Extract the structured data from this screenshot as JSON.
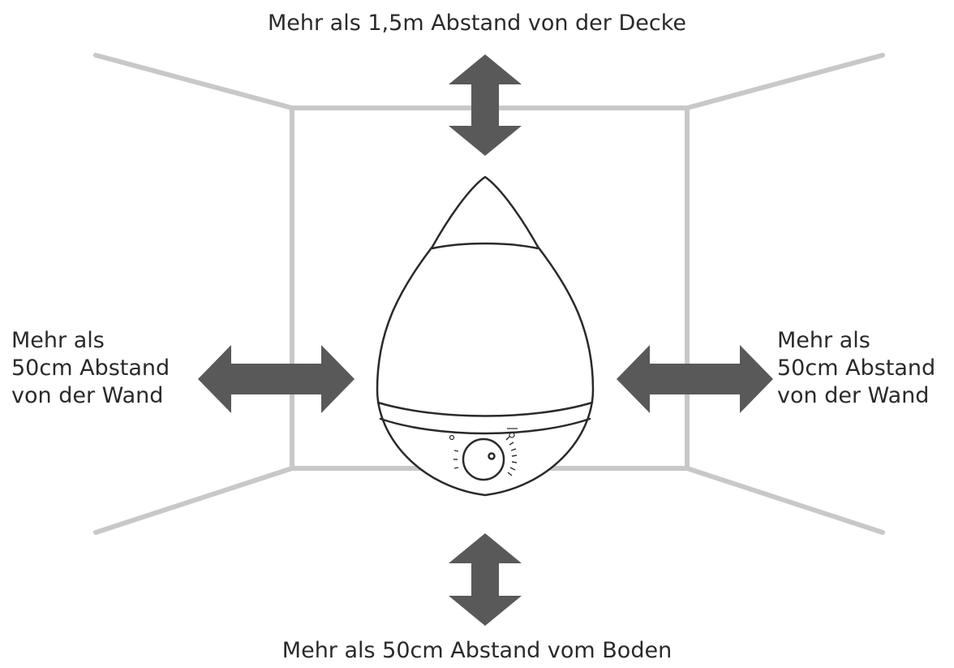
{
  "labels": {
    "top": "Mehr als 1,5m Abstand von der Decke",
    "bottom": "Mehr als 50cm Abstand vom Boden",
    "left": [
      "Mehr als",
      "50cm Abstand",
      "von der Wand"
    ],
    "right": [
      "Mehr als",
      "50cm Abstand",
      "von der Wand"
    ]
  },
  "colors": {
    "room_lines": "#c8c8c8",
    "arrows": "#595959",
    "device_outline": "#2a2a2a",
    "text": "#2a2a2a"
  },
  "icons": {
    "device": "humidifier-drop-icon",
    "arrow": "double-headed-arrow-icon"
  }
}
